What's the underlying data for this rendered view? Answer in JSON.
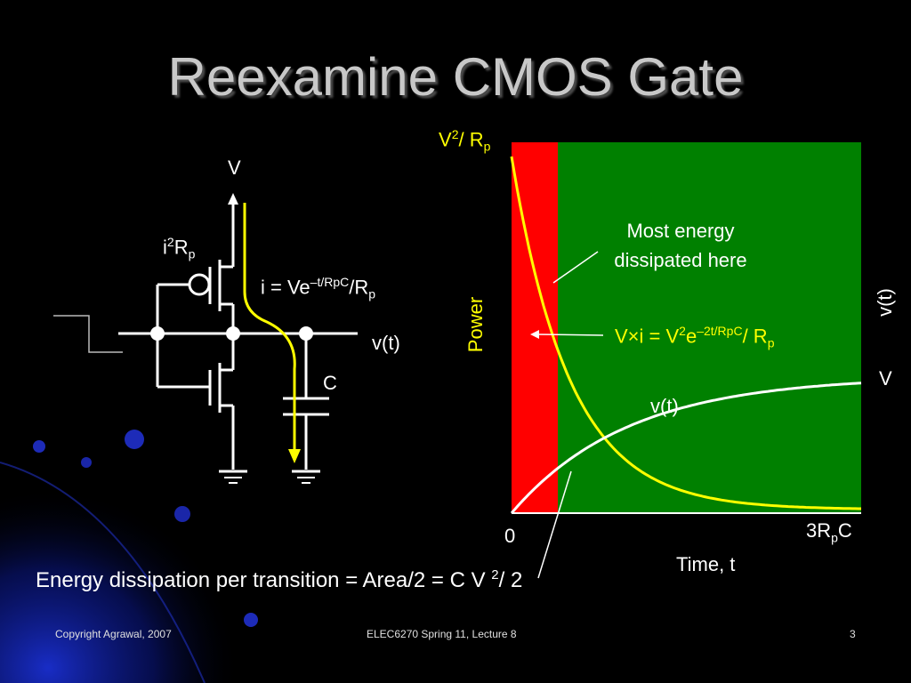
{
  "title": "Reexamine CMOS Gate",
  "circuit": {
    "supply_label": "V",
    "power_label": "i",
    "power_label_sup": "2",
    "power_label_rest": "R",
    "power_label_sub": "p",
    "current_eq_a": "i = Ve",
    "current_eq_sup": "–t/RpC",
    "current_eq_b": "/R",
    "current_eq_sub": "p",
    "output_label": "v(t)",
    "cap_label": "C"
  },
  "plot": {
    "top_label_a": "V",
    "top_label_sup": "2",
    "top_label_b": "/ R",
    "top_label_sub": "p",
    "ylabel": "Power",
    "right_axis_label": "v(t)",
    "right_value_label": "V",
    "curve_label": "v(t)",
    "power_eq_a": "V×i = V",
    "power_eq_sup1": "2",
    "power_eq_b": "e",
    "power_eq_sup2": "–2t/RpC",
    "power_eq_c": "/ R",
    "power_eq_sub": "p",
    "note_line1": "Most energy",
    "note_line2": "dissipated here",
    "x_origin": "0",
    "x_end_a": "3R",
    "x_end_sub": "p",
    "x_end_b": "C",
    "xlabel": "Time, t"
  },
  "energy_eq_a": "Energy dissipation per transition = Area/2 = C V ",
  "energy_eq_sup": "2",
  "energy_eq_b": "/ 2",
  "footer": {
    "left": "Copyright Agrawal, 2007",
    "center": "ELEC6270 Spring 11, Lecture 8",
    "page": "3"
  },
  "colors": {
    "background": "#000000",
    "title": "#c8c8c8",
    "highlight_region": "#ff0000",
    "plot_area": "#008000",
    "power_curve": "#ffff00",
    "voltage_curve": "#ffffff"
  }
}
